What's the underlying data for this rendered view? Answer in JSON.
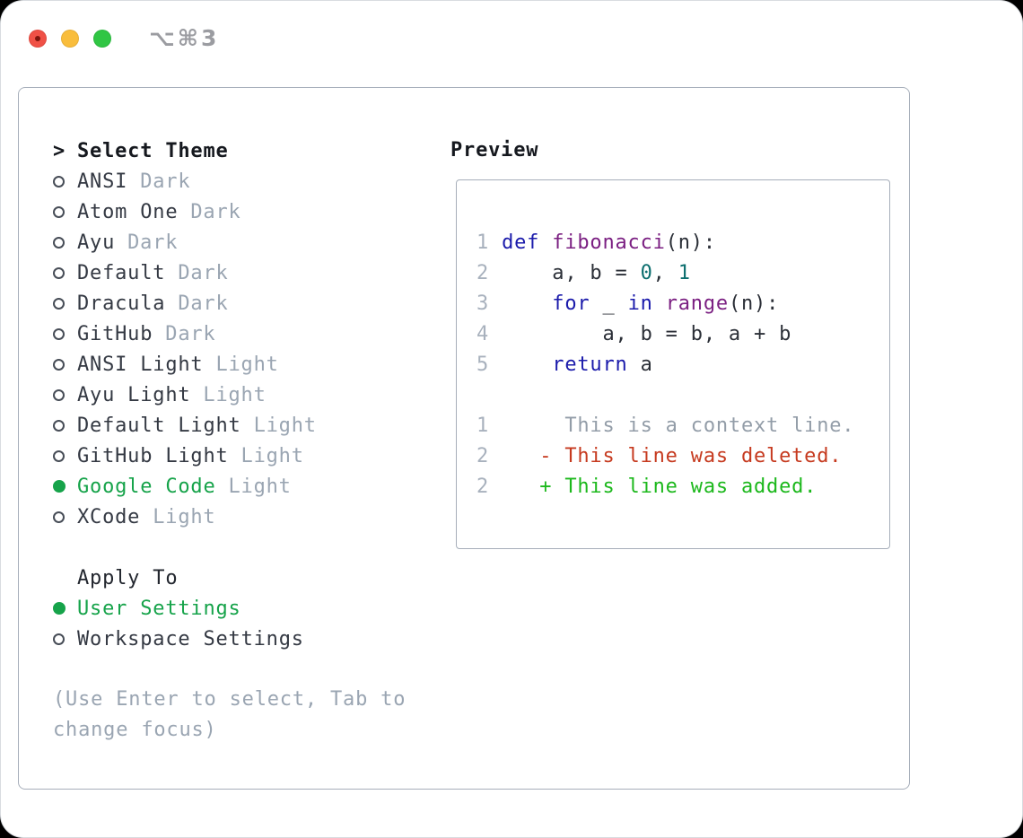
{
  "window": {
    "title": "⌥⌘3"
  },
  "theme_panel": {
    "cursor": ">",
    "header": "Select Theme",
    "themes": [
      {
        "name": "ANSI",
        "variant": "Dark",
        "selected": false
      },
      {
        "name": "Atom One",
        "variant": "Dark",
        "selected": false
      },
      {
        "name": "Ayu",
        "variant": "Dark",
        "selected": false
      },
      {
        "name": "Default",
        "variant": "Dark",
        "selected": false
      },
      {
        "name": "Dracula",
        "variant": "Dark",
        "selected": false
      },
      {
        "name": "GitHub",
        "variant": "Dark",
        "selected": false
      },
      {
        "name": "ANSI Light",
        "variant": "Light",
        "selected": false
      },
      {
        "name": "Ayu Light",
        "variant": "Light",
        "selected": false
      },
      {
        "name": "Default Light",
        "variant": "Light",
        "selected": false
      },
      {
        "name": "GitHub Light",
        "variant": "Light",
        "selected": false
      },
      {
        "name": "Google Code",
        "variant": "Light",
        "selected": true
      },
      {
        "name": "XCode",
        "variant": "Light",
        "selected": false
      }
    ]
  },
  "apply_panel": {
    "header": "Apply To",
    "options": [
      {
        "label": "User Settings",
        "selected": true
      },
      {
        "label": "Workspace Settings",
        "selected": false
      }
    ]
  },
  "hint": {
    "lines": [
      "(Use Enter to select, Tab to",
      "change focus)"
    ]
  },
  "preview": {
    "header": "Preview",
    "code_lines": [
      {
        "num": "1",
        "tokens": [
          [
            " ",
            "pl"
          ],
          [
            "def",
            "kw"
          ],
          [
            " ",
            "pl"
          ],
          [
            "fibonacci",
            "fn"
          ],
          [
            "(n):",
            "pl"
          ]
        ]
      },
      {
        "num": "2",
        "tokens": [
          [
            "     a, b = ",
            "pl"
          ],
          [
            "0",
            "num"
          ],
          [
            ", ",
            "pl"
          ],
          [
            "1",
            "num"
          ]
        ]
      },
      {
        "num": "3",
        "tokens": [
          [
            "     ",
            "pl"
          ],
          [
            "for",
            "kw"
          ],
          [
            " _ ",
            "pl"
          ],
          [
            "in",
            "kw"
          ],
          [
            " ",
            "pl"
          ],
          [
            "range",
            "fn"
          ],
          [
            "(n):",
            "pl"
          ]
        ]
      },
      {
        "num": "4",
        "tokens": [
          [
            "         a, b = b, a + b",
            "pl"
          ]
        ]
      },
      {
        "num": "5",
        "tokens": [
          [
            "     ",
            "pl"
          ],
          [
            "return",
            "kw"
          ],
          [
            " a",
            "pl"
          ]
        ]
      },
      {
        "num": "",
        "tokens": []
      },
      {
        "num": "1",
        "tokens": [
          [
            "      This is a context line.",
            "ctx"
          ]
        ]
      },
      {
        "num": "2",
        "tokens": [
          [
            "    ",
            "pl"
          ],
          [
            "- This line was deleted.",
            "del"
          ]
        ]
      },
      {
        "num": "2",
        "tokens": [
          [
            "    ",
            "pl"
          ],
          [
            "+ This line was added.",
            "add"
          ]
        ]
      }
    ]
  },
  "colors": {
    "accent_green": "#16a34a",
    "muted": "#9aa5b2",
    "text": "#343943",
    "border": "#a6aeba",
    "traffic": {
      "red": "#f05146",
      "yellow": "#f9bd3c",
      "green": "#30c644"
    },
    "syntax": {
      "kw": "#1b1bab",
      "fn": "#7b2082",
      "num": "#0b6e6e",
      "pl": "#2b2f37",
      "ctx": "#939da8",
      "del": "#c63a1f",
      "add": "#1cb81c",
      "ln": "#a8b1bd"
    }
  }
}
